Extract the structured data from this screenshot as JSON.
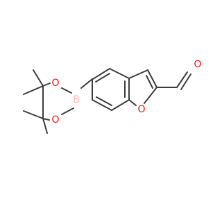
{
  "molecule": {
    "atoms": [
      {
        "id": "O_ald",
        "label": "O",
        "color": "#ff0d0d"
      },
      {
        "id": "O_furan",
        "label": "O",
        "color": "#ff0d0d"
      },
      {
        "id": "B",
        "label": "B",
        "color": "#ffb5b5"
      },
      {
        "id": "O_b1",
        "label": "O",
        "color": "#ff0d0d"
      },
      {
        "id": "O_b2",
        "label": "O",
        "color": "#ff0d0d"
      }
    ],
    "bond_color": "#3c3c3c"
  }
}
